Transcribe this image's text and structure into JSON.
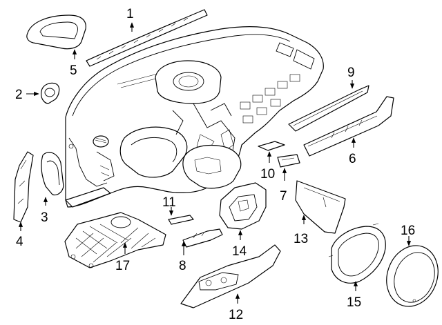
{
  "diagram": {
    "colors": {
      "line": "#000000",
      "background": "#ffffff"
    },
    "callouts": [
      {
        "id": "c1",
        "label": "1"
      },
      {
        "id": "c2",
        "label": "2"
      },
      {
        "id": "c3",
        "label": "3"
      },
      {
        "id": "c4",
        "label": "4"
      },
      {
        "id": "c5",
        "label": "5"
      },
      {
        "id": "c6",
        "label": "6"
      },
      {
        "id": "c7",
        "label": "7"
      },
      {
        "id": "c8",
        "label": "8"
      },
      {
        "id": "c9",
        "label": "9"
      },
      {
        "id": "c10",
        "label": "10"
      },
      {
        "id": "c11",
        "label": "11"
      },
      {
        "id": "c12",
        "label": "12"
      },
      {
        "id": "c13",
        "label": "13"
      },
      {
        "id": "c14",
        "label": "14"
      },
      {
        "id": "c15",
        "label": "15"
      },
      {
        "id": "c16",
        "label": "16"
      },
      {
        "id": "c17",
        "label": "17"
      }
    ]
  }
}
